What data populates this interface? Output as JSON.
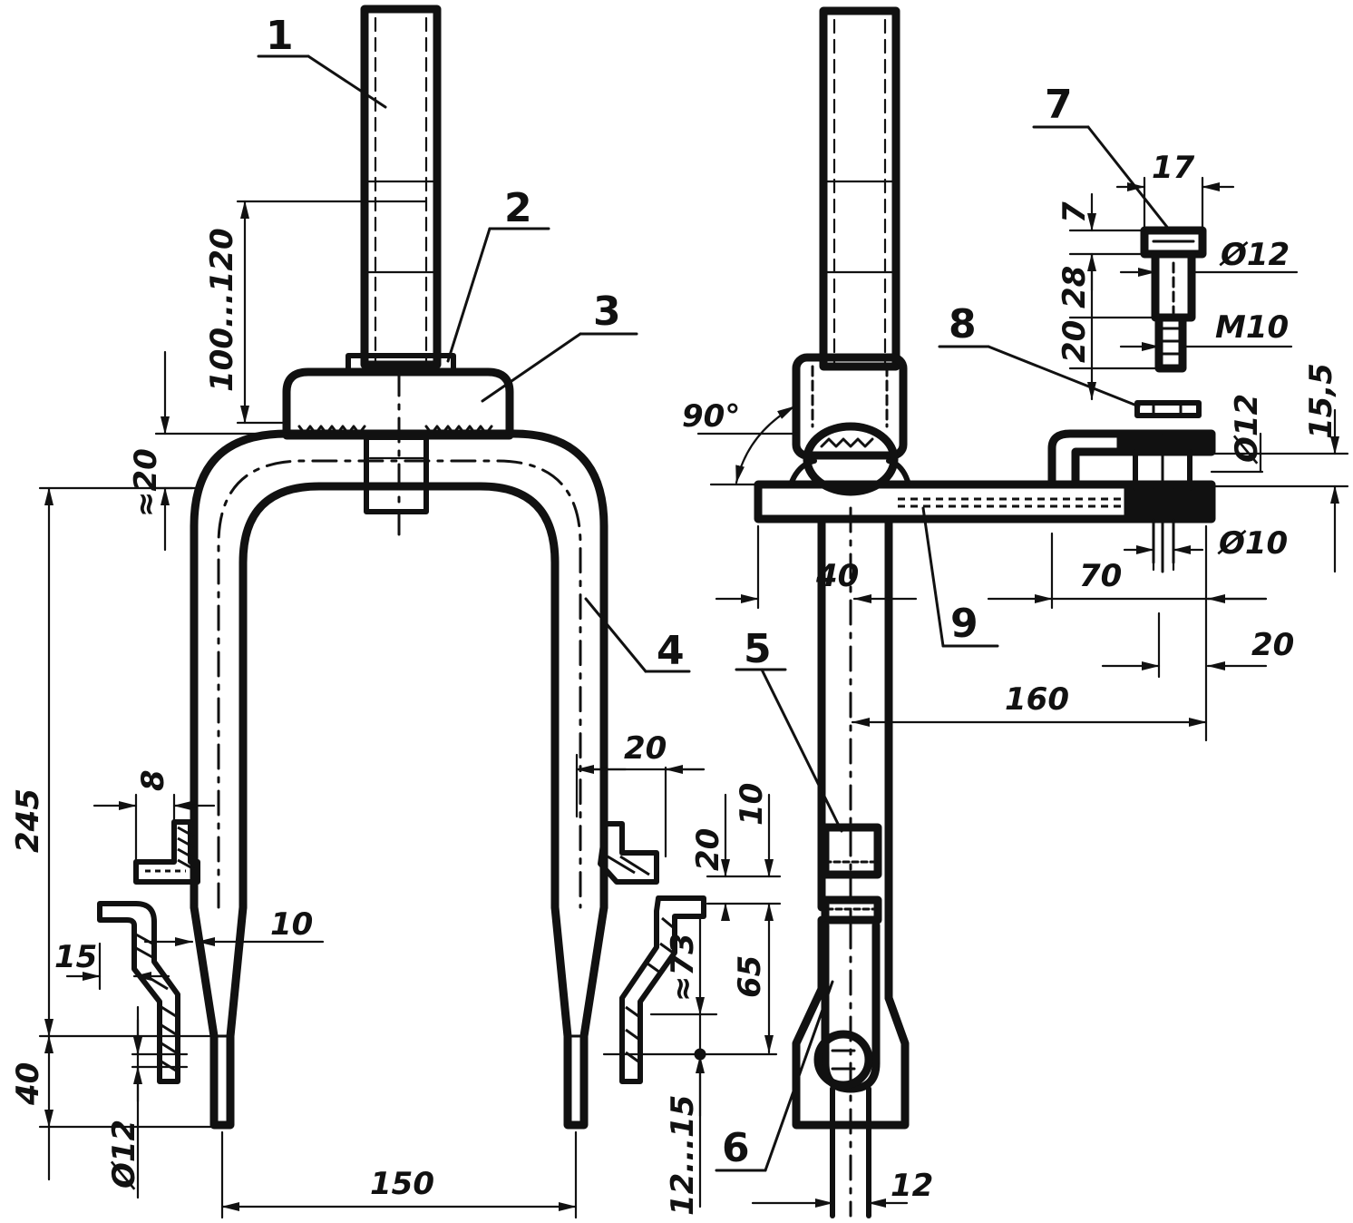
{
  "parts": [
    "1",
    "2",
    "3",
    "4",
    "5",
    "6",
    "7",
    "8",
    "9"
  ],
  "dimensions": {
    "d100_120": "100...120",
    "d20_top": "≈20",
    "d245": "245",
    "d40_left": "40",
    "d_phi12_left": "Ø12",
    "d8": "8",
    "d15": "15",
    "d10_left": "10",
    "d150": "150",
    "d20_right_top": "20",
    "d10_mid": "10",
    "d20_mid": "20",
    "d73": "≈73",
    "d65": "65",
    "d12_15": "12...15",
    "d90deg": "90°",
    "d40_side": "40",
    "d12_bottom": "12",
    "d160": "160",
    "d70": "70",
    "d20_side": "20",
    "d_phi10": "Ø10",
    "d_phi12_pin": "Ø12",
    "d15_5": "15,5",
    "d17": "17",
    "d7": "7",
    "d28": "28",
    "d20_pin": "20",
    "d_phi12_head": "Ø12",
    "dM10": "M10"
  }
}
